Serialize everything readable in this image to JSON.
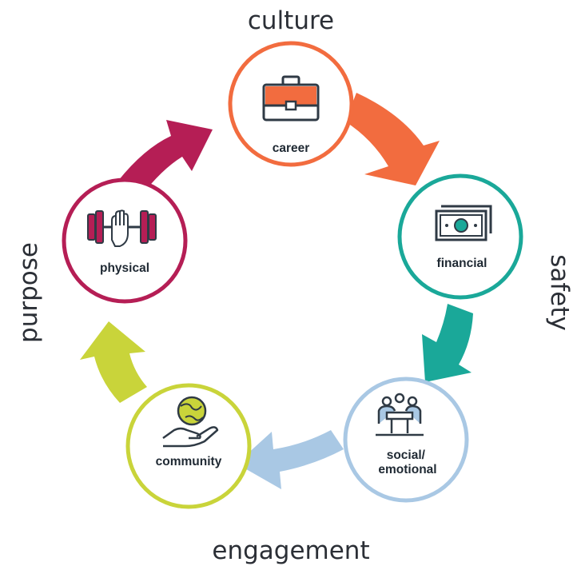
{
  "outer_labels": {
    "top": "culture",
    "right": "safety",
    "bottom": "engagement",
    "left": "purpose"
  },
  "nodes": [
    {
      "id": "career",
      "label": "career",
      "icon": "briefcase-icon",
      "color": "#f26c3f"
    },
    {
      "id": "financial",
      "label": "financial",
      "icon": "money-icon",
      "color": "#1aa899"
    },
    {
      "id": "social",
      "label_lines": [
        "social/",
        "emotional"
      ],
      "icon": "meeting-icon",
      "color": "#a9c8e4"
    },
    {
      "id": "community",
      "label": "community",
      "icon": "globe-hand-icon",
      "color": "#c9d43a"
    },
    {
      "id": "physical",
      "label": "physical",
      "icon": "dumbbell-icon",
      "color": "#b51e55"
    }
  ],
  "colors": {
    "text": "#1f2933",
    "icon_dark": "#2f3a45",
    "teal_dark": "#17958a"
  }
}
